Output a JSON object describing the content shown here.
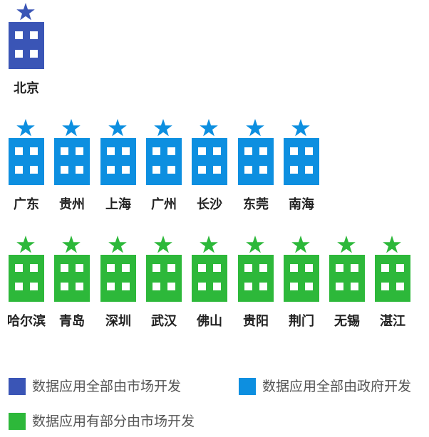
{
  "colors": {
    "market": "#3a55b6",
    "government": "#0d8fe0",
    "partial": "#2db83a"
  },
  "rows": [
    {
      "category": "market",
      "cities": [
        "北京"
      ]
    },
    {
      "category": "government",
      "cities": [
        "广东",
        "贵州",
        "上海",
        "广州",
        "长沙",
        "东莞",
        "南海"
      ]
    },
    {
      "category": "partial",
      "cities": [
        "哈尔滨",
        "青岛",
        "深圳",
        "武汉",
        "佛山",
        "贵阳",
        "荆门",
        "无锡",
        "湛江"
      ]
    }
  ],
  "legend": {
    "market": "数据应用全部由市场开发",
    "government": "数据应用全部由政府开发",
    "partial": "数据应用有部分由市场开发"
  }
}
